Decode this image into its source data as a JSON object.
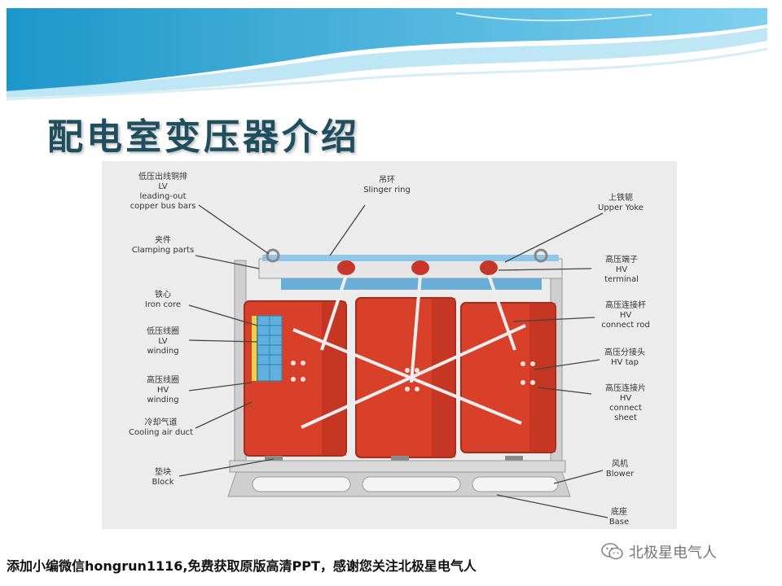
{
  "slide": {
    "title": "配电室变压器介绍",
    "footer_note": "添加小编微信hongrun1116,免费获取原版高清PPT，感谢您关注北极星电气人",
    "watermark": "北极星电气人"
  },
  "labels": {
    "lv_bus": {
      "zh": "低压出线铜排",
      "en1": "LV",
      "en2": "leading-out",
      "en3": "copper bus bars"
    },
    "slinger": {
      "zh": "吊环",
      "en1": "Slinger ring"
    },
    "upper_yoke": {
      "zh": "上铁轭",
      "en1": "Upper Yoke"
    },
    "clamping": {
      "zh": "夹件",
      "en1": "Clamping parts"
    },
    "hv_terminal": {
      "zh": "高压端子",
      "en1": "HV",
      "en2": "terminal"
    },
    "iron_core": {
      "zh": "铁心",
      "en1": "Iron core"
    },
    "hv_rod": {
      "zh": "高压连接杆",
      "en1": "HV",
      "en2": "connect rod"
    },
    "lv_winding": {
      "zh": "低压线圈",
      "en1": "LV",
      "en2": "winding"
    },
    "hv_tap": {
      "zh": "高压分接头",
      "en1": "HV tap"
    },
    "hv_winding": {
      "zh": "高压线圈",
      "en1": "HV",
      "en2": "winding"
    },
    "hv_sheet": {
      "zh": "高压连接片",
      "en1": "HV",
      "en2": "connect",
      "en3": "sheet"
    },
    "cooling": {
      "zh": "冷却气道",
      "en1": "Cooling air duct"
    },
    "block": {
      "zh": "垫块",
      "en1": "Block"
    },
    "blower": {
      "zh": "风机",
      "en1": "Blower"
    },
    "base": {
      "zh": "底座",
      "en1": "Base"
    }
  },
  "colors": {
    "coil_red": "#d8402a",
    "coil_dark": "#a82a1a",
    "frame_gray": "#d9d9d9",
    "title_teal": "#1f4e5f",
    "banner_blue": "#6cc3e6"
  }
}
